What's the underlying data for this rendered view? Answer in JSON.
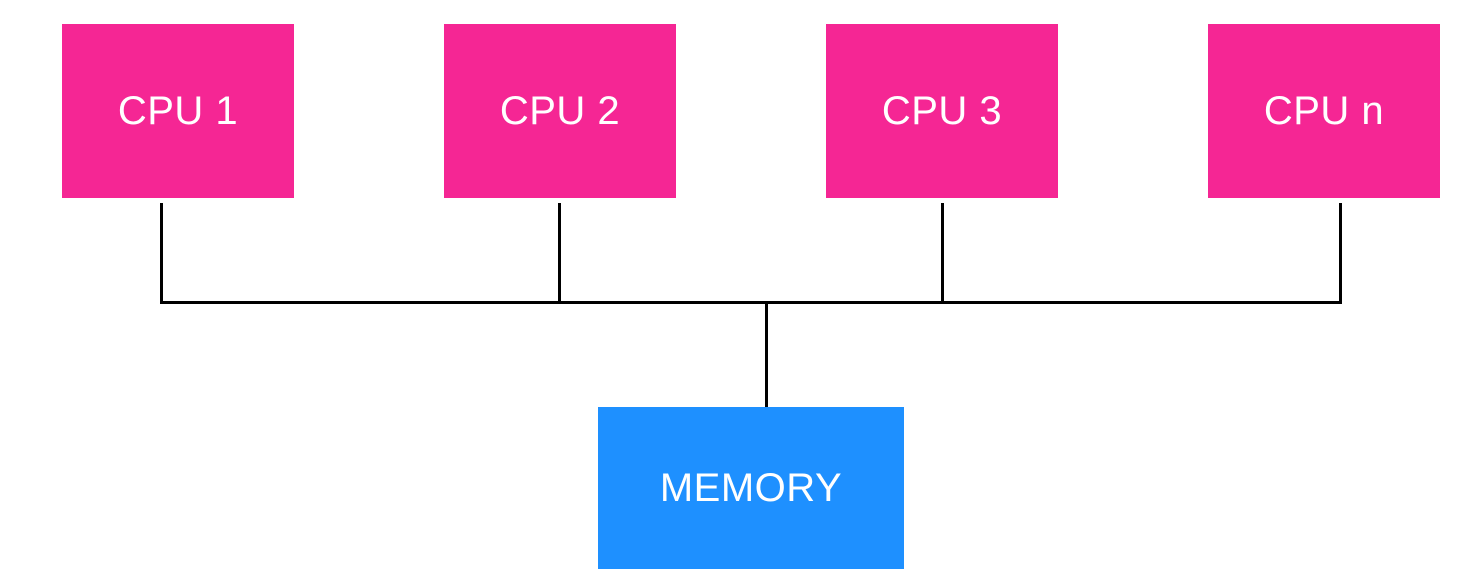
{
  "colors": {
    "cpu_fill": "#f52694",
    "memory_fill": "#1e90ff",
    "label_color": "#ffffff",
    "wire_color": "#000000"
  },
  "cpus": [
    {
      "label": "CPU 1"
    },
    {
      "label": "CPU 2"
    },
    {
      "label": "CPU 3"
    },
    {
      "label": "CPU n"
    }
  ],
  "memory": {
    "label": "MEMORY"
  }
}
